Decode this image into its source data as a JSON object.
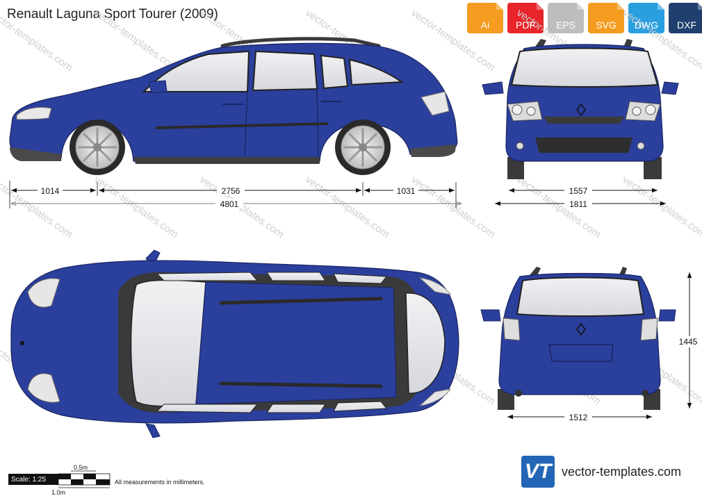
{
  "title": "Renault Laguna Sport Tourer (2009)",
  "formats": [
    {
      "label": "Ai",
      "color": "#f39c1f",
      "icon": "ai-file-icon"
    },
    {
      "label": "PDF",
      "color": "#e8252a",
      "icon": "pdf-file-icon"
    },
    {
      "label": "EPS",
      "color": "#bdbdbd",
      "icon": "eps-file-icon"
    },
    {
      "label": "SVG",
      "color": "#f39c1f",
      "icon": "svg-file-icon"
    },
    {
      "label": "DWG",
      "color": "#2a9fe0",
      "icon": "dwg-file-icon"
    },
    {
      "label": "DXF",
      "color": "#1f3f6e",
      "icon": "dxf-file-icon"
    }
  ],
  "watermark_text": "vector-templates.com",
  "car_color": "#2b3f9c",
  "dimensions": {
    "front_overhang": "1014",
    "wheelbase": "2756",
    "rear_overhang": "1031",
    "length": "4801",
    "front_track": "1557",
    "width": "1811",
    "height": "1445",
    "rear_track": "1512"
  },
  "scale_bar": {
    "scale": "Scale: 1:25",
    "half_meter": "0.5m",
    "one_meter": "1.0m"
  },
  "note": "All measurements in millimeters.",
  "brand": {
    "logo": "VT",
    "text": "vector-templates.com"
  }
}
